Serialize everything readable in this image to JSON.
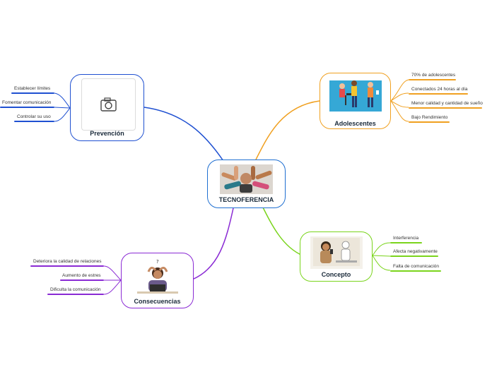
{
  "colors": {
    "center": "#1f6fd1",
    "adolescentes": "#f0a020",
    "concepto": "#7ad41c",
    "consecuencias": "#8a2ad4",
    "prevencion": "#1f50d1"
  },
  "center": {
    "title": "TECNOFERENCIA",
    "image": "hands-together-image"
  },
  "adolescentes": {
    "title": "Adolescentes",
    "image": "teenagers-with-devices-image",
    "items": [
      "70% de adolescentes",
      "Conectados 24 horas al día",
      "Menor calidad y cantidad de sueño",
      "Bajo Rendimiento"
    ]
  },
  "concepto": {
    "title": "Concepto",
    "image": "person-with-phone-image",
    "items": [
      "Interferencia",
      "Afecta negativamente",
      "Falta de comunicación"
    ]
  },
  "consecuencias": {
    "title": "Consecuencias",
    "image": "stressed-person-laptop-image",
    "items": [
      "Deteriora la calidad de relaciones",
      "Aumento de estres",
      "Dificulta la comunicación"
    ]
  },
  "prevencion": {
    "title": "Prevención",
    "image": "camera-icon",
    "items": [
      "Establecer límites",
      "Fomentar comunicación",
      "Controlar su uso"
    ]
  }
}
